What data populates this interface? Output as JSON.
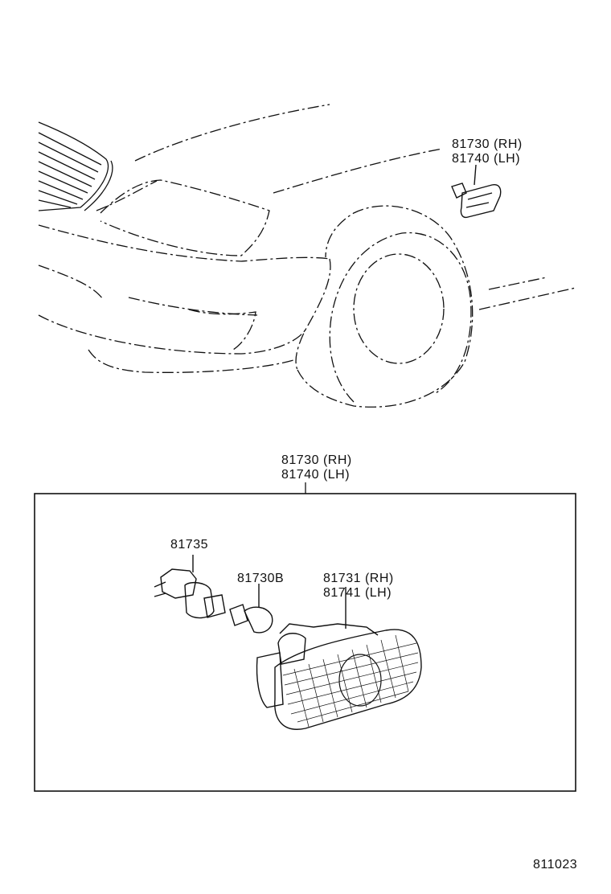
{
  "labels": {
    "car_marker_part_rh": "81730 (RH)",
    "car_marker_part_lh": "81740 (LH)",
    "assembly_rh": "81730 (RH)",
    "assembly_lh": "81740 (LH)",
    "socket": "81735",
    "bulb": "81730B",
    "lens_rh": "81731 (RH)",
    "lens_lh": "81741 (LH)",
    "diagram_number": "811023"
  }
}
